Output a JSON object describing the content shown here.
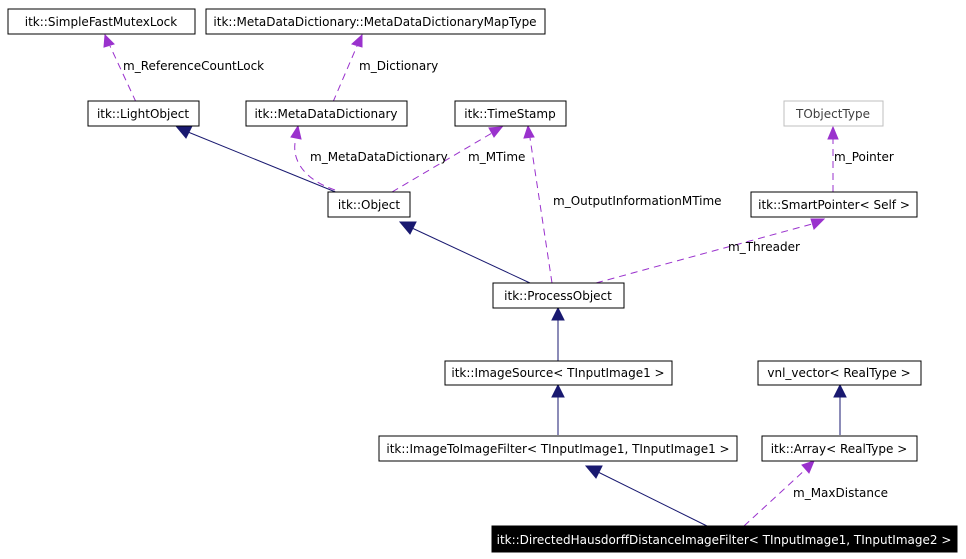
{
  "diagram": {
    "nodes": {
      "simple_fast_mutex_lock": "itk::SimpleFastMutexLock",
      "meta_data_dictionary_map_type": "itk::MetaDataDictionary::MetaDataDictionaryMapType",
      "light_object": "itk::LightObject",
      "meta_data_dictionary": "itk::MetaDataDictionary",
      "time_stamp": "itk::TimeStamp",
      "tobject_type": "TObjectType",
      "object": "itk::Object",
      "smart_pointer": "itk::SmartPointer< Self >",
      "process_object": "itk::ProcessObject",
      "image_source": "itk::ImageSource< TInputImage1 >",
      "vnl_vector": "vnl_vector< RealType >",
      "image_to_image_filter": "itk::ImageToImageFilter< TInputImage1, TInputImage1 >",
      "array": "itk::Array< RealType >",
      "directed_hausdorff_filter": "itk::DirectedHausdorffDistanceImageFilter< TInputImage1, TInputImage2 >"
    },
    "edge_labels": {
      "reference_count_lock": "m_ReferenceCountLock",
      "dictionary": "m_Dictionary",
      "meta_data_dictionary": "m_MetaDataDictionary",
      "mtime": "m_MTime",
      "output_information_mtime": "m_OutputInformationMTime",
      "pointer": "m_Pointer",
      "threader": "m_Threader",
      "max_distance": "m_MaxDistance"
    },
    "colors": {
      "inheritance_edge": "#191970",
      "usage_edge": "#9a32cd",
      "focus_node_fill": "#000000",
      "focus_node_text": "#ffffff",
      "external_node_border": "#bfbfbf"
    }
  }
}
